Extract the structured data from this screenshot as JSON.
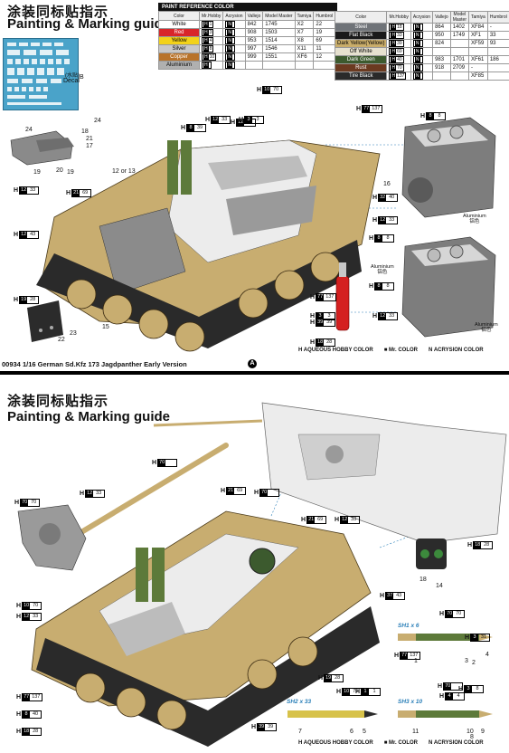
{
  "top": {
    "title_cn": "涂装同标贴指示",
    "title_en": "Painting & Marking guide",
    "decal_label_cn": "(水贴)",
    "decal_label_en": "Decal",
    "decal_letter": "B",
    "footer_text": "00934 1/16 German Sd.Kfz 173 Jagdpanther Early Version",
    "footer_badge": "A"
  },
  "paint_table": {
    "header": "PAINT REFERENCE COLOR",
    "columns": [
      "Color",
      "Mr.Hobby",
      "Acrysion",
      "Vallejo",
      "Model Master",
      "Tamiya",
      "Humbrol"
    ],
    "left_rows": [
      {
        "name": "White",
        "cn": "白色",
        "bg": "#ffffff",
        "fg": "#000",
        "hobby": "1",
        "acry": "",
        "vallejo": "842",
        "mm": "1745",
        "tamiya": "X2",
        "humbrol": "22"
      },
      {
        "name": "Red",
        "cn": "红色",
        "bg": "#d8262a",
        "fg": "#fff",
        "hobby": "3",
        "acry": "",
        "vallejo": "908",
        "mm": "1503",
        "tamiya": "X7",
        "humbrol": "19"
      },
      {
        "name": "Yellow",
        "cn": "黄色",
        "bg": "#f2d21a",
        "fg": "#000",
        "hobby": "4",
        "acry": "",
        "vallejo": "953",
        "mm": "1514",
        "tamiya": "X8",
        "humbrol": "69"
      },
      {
        "name": "Silver",
        "cn": "银色",
        "bg": "#c8c8c8",
        "fg": "#000",
        "hobby": "8",
        "acry": "",
        "vallejo": "997",
        "mm": "1546",
        "tamiya": "X11",
        "humbrol": "11"
      },
      {
        "name": "Copper",
        "cn": "铜色",
        "bg": "#b8732a",
        "fg": "#fff",
        "hobby": "10",
        "acry": "",
        "vallejo": "999",
        "mm": "1551",
        "tamiya": "XF6",
        "humbrol": "12"
      },
      {
        "name": "Aluminium",
        "cn": "铝色",
        "bg": "#b0b0b0",
        "fg": "#000",
        "hobby": "",
        "acry": "",
        "vallejo": "",
        "mm": "",
        "tamiya": "",
        "humbrol": ""
      }
    ],
    "right_rows": [
      {
        "name": "Steel",
        "cn": "钢色",
        "bg": "#6f7378",
        "fg": "#fff",
        "hobby": "18",
        "acry": "",
        "vallejo": "864",
        "mm": "1402",
        "tamiya": "XF84",
        "humbrol": "-"
      },
      {
        "name": "Flat Black",
        "cn": "消光黑",
        "bg": "#1a1a1a",
        "fg": "#fff",
        "hobby": "33",
        "acry": "",
        "vallejo": "950",
        "mm": "1749",
        "tamiya": "XF1",
        "humbrol": "33"
      },
      {
        "name": "Dark Yellow(Yellow)",
        "cn": "沙色",
        "bg": "#c9ad6a",
        "fg": "#000",
        "hobby": "39",
        "acry": "",
        "vallejo": "824",
        "mm": "",
        "tamiya": "XF59",
        "humbrol": "93"
      },
      {
        "name": "Off White",
        "cn": "灰白色",
        "bg": "#e6e1cf",
        "fg": "#000",
        "hobby": "69",
        "acry": "",
        "vallejo": "",
        "mm": "",
        "tamiya": "",
        "humbrol": ""
      },
      {
        "name": "Dark Green",
        "cn": "暗绿色",
        "bg": "#3c5a2e",
        "fg": "#fff",
        "hobby": "40",
        "acry": "",
        "vallejo": "983",
        "mm": "1701",
        "tamiya": "XF61",
        "humbrol": "186"
      },
      {
        "name": "Rust",
        "cn": "锈色",
        "bg": "#6b3a20",
        "fg": "#fff",
        "hobby": "70",
        "acry": "",
        "vallejo": "918",
        "mm": "2709",
        "tamiya": "-",
        "humbrol": ""
      },
      {
        "name": "Tire Black",
        "cn": "轮胎黑",
        "bg": "#2a2a2a",
        "fg": "#fff",
        "hobby": "137",
        "acry": "",
        "vallejo": "",
        "mm": "",
        "tamiya": "XF85",
        "humbrol": ""
      }
    ]
  },
  "top_callouts": [
    {
      "label": "H",
      "a": "10",
      "b": "70"
    },
    {
      "label": "H",
      "a": "77",
      "b": "137"
    },
    {
      "label": "H",
      "a": "12",
      "b": "33"
    },
    {
      "label": "H",
      "a": "8",
      "b": "39"
    },
    {
      "label": "H",
      "a": "12",
      "b": "33"
    },
    {
      "label": "H",
      "a": "3",
      "b": "3"
    },
    {
      "label": "H",
      "a": "8",
      "b": "8"
    },
    {
      "label": "H",
      "a": "12",
      "b": "33"
    },
    {
      "label": "H",
      "a": "21",
      "b": "69"
    },
    {
      "label": "H",
      "a": "12",
      "b": "43"
    },
    {
      "label": "H",
      "a": "32",
      "b": "40"
    },
    {
      "label": "H",
      "a": "12",
      "b": "33"
    },
    {
      "label": "H",
      "a": "8",
      "b": "8"
    },
    {
      "label": "H",
      "a": "8",
      "b": "8"
    },
    {
      "label": "H",
      "a": "19",
      "b": "28"
    },
    {
      "label": "H",
      "a": "77",
      "b": "137"
    },
    {
      "label": "H",
      "a": "3",
      "b": "3"
    },
    {
      "label": "H",
      "a": "12",
      "b": "33"
    },
    {
      "label": "H",
      "a": "39",
      "b": "39"
    },
    {
      "label": "H",
      "a": "18",
      "b": "28"
    }
  ],
  "top_numbers": [
    "24",
    "19",
    "24",
    "18",
    "21",
    "17",
    "20",
    "19",
    "12 or 13",
    "16",
    "15",
    "22",
    "23"
  ],
  "engine_labels": [
    "Aluminium",
    "铝色",
    "Aluminium",
    "铝色",
    "Aluminium",
    "铝色"
  ],
  "legend": {
    "hobby": "AQUEOUS HOBBY COLOR",
    "mr": "Mr. COLOR",
    "acry": "ACRYSION COLOR",
    "h": "H",
    "n": "N"
  },
  "bottom": {
    "title_cn": "涂装同标贴指示",
    "title_en": "Painting & Marking guide"
  },
  "bottom_callouts": [
    {
      "label": "H",
      "a": "70",
      "b": "70"
    },
    {
      "label": "H",
      "a": "12",
      "b": "33"
    },
    {
      "label": "H",
      "a": "70",
      "b": ""
    },
    {
      "label": "H",
      "a": "21",
      "b": "69"
    },
    {
      "label": "H",
      "a": "70",
      "b": ""
    },
    {
      "label": "H",
      "a": "21",
      "b": "69"
    },
    {
      "label": "H",
      "a": "12",
      "b": "33"
    },
    {
      "label": "H",
      "a": "18",
      "b": "28"
    },
    {
      "label": "H",
      "a": "10",
      "b": "70"
    },
    {
      "label": "H",
      "a": "12",
      "b": "33"
    },
    {
      "label": "H",
      "a": "37",
      "b": "43"
    },
    {
      "label": "H",
      "a": "77",
      "b": "137"
    },
    {
      "label": "H",
      "a": "77",
      "b": "137"
    },
    {
      "label": "H",
      "a": "8",
      "b": "40"
    },
    {
      "label": "H",
      "a": "18",
      "b": "28"
    },
    {
      "label": "H",
      "a": "39",
      "b": "39"
    }
  ],
  "shells": [
    {
      "label": "SH1 x 6",
      "numbers": [
        "1",
        "3",
        "2",
        "4"
      ],
      "callouts": [
        {
          "a": "70",
          "b": "70"
        },
        {
          "a": "3",
          "b": "31"
        }
      ]
    },
    {
      "label": "SH2 x 33",
      "numbers": [
        "7",
        "6",
        "5"
      ],
      "callouts": [
        {
          "a": "10",
          "b": "70"
        },
        {
          "a": "1",
          "b": "1"
        },
        {
          "a": "19",
          "b": "28"
        }
      ]
    },
    {
      "label": "SH3 x 10",
      "numbers": [
        "11",
        "10",
        "8",
        "9"
      ],
      "callouts": [
        {
          "a": "70",
          "b": ""
        },
        {
          "a": "4",
          "b": "4"
        },
        {
          "a": "3",
          "b": "8"
        }
      ]
    }
  ],
  "bottom_numbers": [
    "18",
    "14"
  ]
}
